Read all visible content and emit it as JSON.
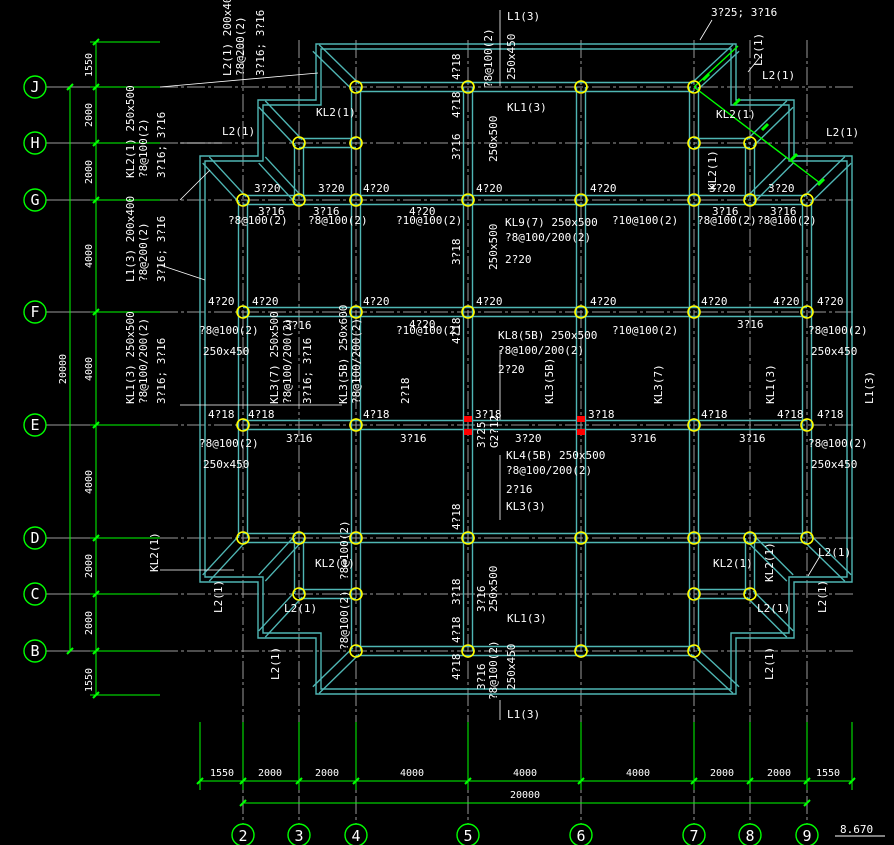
{
  "colors": {
    "background": "#000000",
    "axis_line": "#9a9a9a",
    "beam": "#4fb6b4",
    "column": "#ffff00",
    "dimension": "#00ff00",
    "label": "#ffffff",
    "marker": "#ff0000",
    "grid_bubble": "#00ff00",
    "diagonal_marker": "#00ff00"
  },
  "axes": {
    "rows": [
      {
        "label": "J"
      },
      {
        "label": "H"
      },
      {
        "label": "G"
      },
      {
        "label": "F"
      },
      {
        "label": "E"
      },
      {
        "label": "D"
      },
      {
        "label": "C"
      },
      {
        "label": "B"
      }
    ],
    "cols": [
      {
        "label": "2"
      },
      {
        "label": "3"
      },
      {
        "label": "4"
      },
      {
        "label": "5"
      },
      {
        "label": "6"
      },
      {
        "label": "7"
      },
      {
        "label": "8"
      },
      {
        "label": "9"
      }
    ]
  },
  "dimensions": {
    "left_segments": [
      "1550",
      "2000",
      "2000",
      "4000",
      "4000",
      "4000",
      "2000",
      "2000",
      "1550"
    ],
    "left_total": "20000",
    "bottom_segments": [
      "1550",
      "2000",
      "2000",
      "4000",
      "4000",
      "4000",
      "2000",
      "2000",
      "1550"
    ],
    "bottom_total": "20000",
    "elevation": "8.670"
  },
  "annotations": [
    {
      "text": "L1(3)"
    },
    {
      "text": "3?25; 3?16"
    },
    {
      "text": "L2(1) 200x400"
    },
    {
      "text": "?8@200(2)"
    },
    {
      "text": "3?16; 3?16"
    },
    {
      "text": "4?18"
    },
    {
      "text": "?8@100(2)"
    },
    {
      "text": "250x450"
    },
    {
      "text": "L2(1)"
    },
    {
      "text": "KL2(1)"
    },
    {
      "text": "KL1(3)"
    },
    {
      "text": "L2(1)"
    },
    {
      "text": "L2(1)"
    },
    {
      "text": "KL2(1)"
    },
    {
      "text": "L2(1)"
    },
    {
      "text": "KL2(1) 250x500"
    },
    {
      "text": "?8@100(2)"
    },
    {
      "text": "3?16; 3?16"
    },
    {
      "text": "4?18"
    },
    {
      "text": "3?16"
    },
    {
      "text": "250x500"
    },
    {
      "text": "KL2(1)"
    },
    {
      "text": "3?20"
    },
    {
      "text": "3?20"
    },
    {
      "text": "4?20"
    },
    {
      "text": "4?20"
    },
    {
      "text": "4?20"
    },
    {
      "text": "3?20"
    },
    {
      "text": "3?20"
    },
    {
      "text": "3?16"
    },
    {
      "text": "?8@100(2)"
    },
    {
      "text": "3?16"
    },
    {
      "text": "?8@100(2)"
    },
    {
      "text": "4?20"
    },
    {
      "text": "?10@100(2)"
    },
    {
      "text": "KL9(7) 250x500"
    },
    {
      "text": "?8@100/200(2)"
    },
    {
      "text": "?10@100(2)"
    },
    {
      "text": "3?16"
    },
    {
      "text": "?8@100(2)"
    },
    {
      "text": "3?16"
    },
    {
      "text": "?8@100(2)"
    },
    {
      "text": "L1(3) 200x400"
    },
    {
      "text": "?8@200(2)"
    },
    {
      "text": "3?16; 3?16"
    },
    {
      "text": "3?18"
    },
    {
      "text": "250x500"
    },
    {
      "text": "2?20"
    },
    {
      "text": "4?20"
    },
    {
      "text": "4?20"
    },
    {
      "text": "4?20"
    },
    {
      "text": "4?20"
    },
    {
      "text": "4?20"
    },
    {
      "text": "4?20"
    },
    {
      "text": "4?20"
    },
    {
      "text": "4?20"
    },
    {
      "text": "?8@100(2)"
    },
    {
      "text": "250x450"
    },
    {
      "text": "3?16"
    },
    {
      "text": "4?20"
    },
    {
      "text": "?10@100(2)"
    },
    {
      "text": "KL8(5B) 250x500"
    },
    {
      "text": "?8@100/200(2)"
    },
    {
      "text": "?10@100(2)"
    },
    {
      "text": "3?16"
    },
    {
      "text": "?8@100(2)"
    },
    {
      "text": "250x450"
    },
    {
      "text": "KL1(3) 250x500"
    },
    {
      "text": "?8@100/200(2)"
    },
    {
      "text": "3?16; 3?16"
    },
    {
      "text": "KL3(7) 250x500"
    },
    {
      "text": "?8@100/200(2)"
    },
    {
      "text": "3?16; 3?16"
    },
    {
      "text": "KL3(5B) 250x600"
    },
    {
      "text": "?8@100/200(2)"
    },
    {
      "text": "2?18"
    },
    {
      "text": "4?18"
    },
    {
      "text": "2?20"
    },
    {
      "text": "KL3(5B)"
    },
    {
      "text": "KL3(7)"
    },
    {
      "text": "KL1(3)"
    },
    {
      "text": "L1(3)"
    },
    {
      "text": "4?18"
    },
    {
      "text": "4?18"
    },
    {
      "text": "4?18"
    },
    {
      "text": "3?18"
    },
    {
      "text": "3?18"
    },
    {
      "text": "4?18"
    },
    {
      "text": "4?18"
    },
    {
      "text": "4?18"
    },
    {
      "text": "?8@100(2)"
    },
    {
      "text": "250x450"
    },
    {
      "text": "3?16"
    },
    {
      "text": "3?16"
    },
    {
      "text": "3?25"
    },
    {
      "text": "G2?12"
    },
    {
      "text": "3?20"
    },
    {
      "text": "3?16"
    },
    {
      "text": "3?16"
    },
    {
      "text": "?8@100(2)"
    },
    {
      "text": "250x450"
    },
    {
      "text": "KL4(5B) 250x500"
    },
    {
      "text": "?8@100/200(2)"
    },
    {
      "text": "2?16"
    },
    {
      "text": "KL3(3)"
    },
    {
      "text": "4?18"
    },
    {
      "text": "KL2(1)"
    },
    {
      "text": "KL2(1)"
    },
    {
      "text": "?8@100(2)"
    },
    {
      "text": "KL2(1)"
    },
    {
      "text": "KL2(1)"
    },
    {
      "text": "L2(1)"
    },
    {
      "text": "L2(1)"
    },
    {
      "text": "L2(1)"
    },
    {
      "text": "L2(1)"
    },
    {
      "text": "L2(1)"
    },
    {
      "text": "3?18"
    },
    {
      "text": "3?16"
    },
    {
      "text": "250x500"
    },
    {
      "text": "KL1(3)"
    },
    {
      "text": "?8@100(2)"
    },
    {
      "text": "4?18"
    },
    {
      "text": "4?18"
    },
    {
      "text": "3?16"
    },
    {
      "text": "?8@100(2)"
    },
    {
      "text": "250x450"
    },
    {
      "text": "L2(1)"
    },
    {
      "text": "L2(1)"
    },
    {
      "text": "L1(3)"
    }
  ]
}
